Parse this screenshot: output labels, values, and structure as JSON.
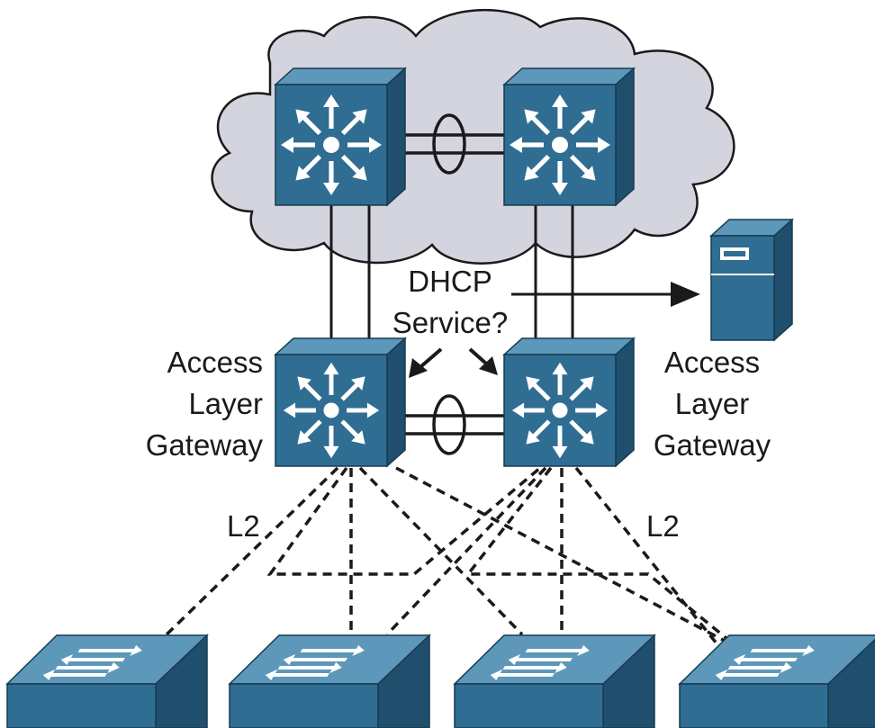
{
  "labels": {
    "dhcp_line1": "DHCP",
    "dhcp_line2": "Service?",
    "left_gateway": [
      "Access",
      "Layer",
      "Gateway"
    ],
    "right_gateway": [
      "Access",
      "Layer",
      "Gateway"
    ],
    "l2_left": "L2",
    "l2_right": "L2"
  },
  "icons": {
    "core_switch_left": "layer3-switch-icon",
    "core_switch_right": "layer3-switch-icon",
    "gateway_switch_left": "layer3-switch-icon",
    "gateway_switch_right": "layer3-switch-icon",
    "server": "server-icon",
    "access_switches": [
      "layer2-switch-icon",
      "layer2-switch-icon",
      "layer2-switch-icon",
      "layer2-switch-icon"
    ],
    "cloud": "cloud-icon",
    "etherchannel": "port-channel-icon"
  },
  "colors": {
    "device_front": "#2f6d92",
    "device_top": "#5d98ba",
    "device_side": "#1f4f6c",
    "cloud_fill": "#d3d4de",
    "line": "#1a1a1a"
  }
}
